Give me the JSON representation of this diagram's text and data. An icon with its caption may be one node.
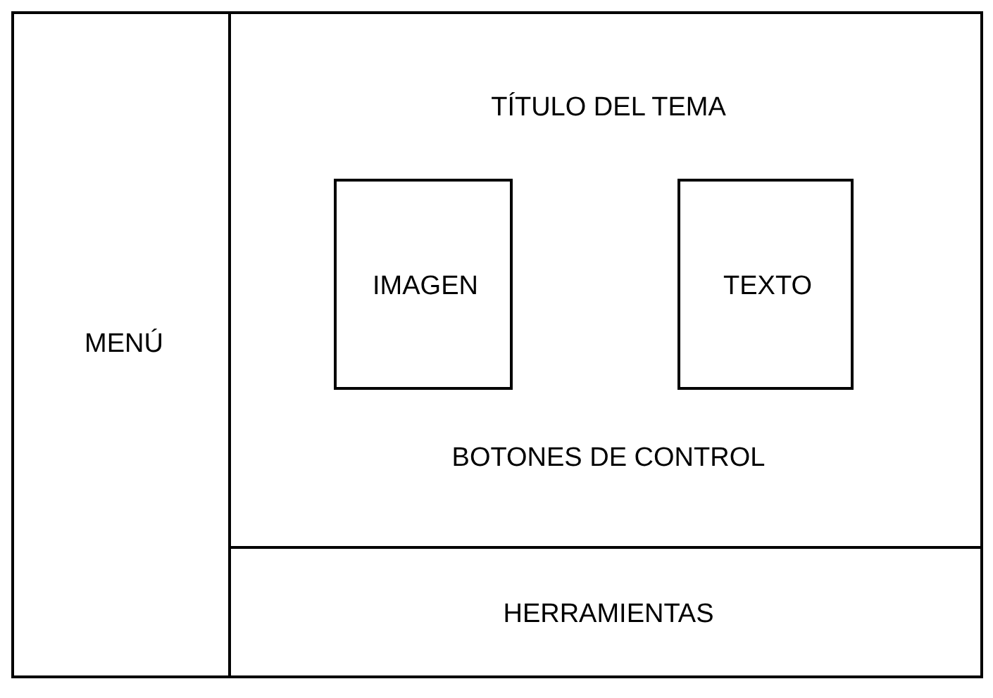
{
  "diagram": {
    "nodes": [
      {
        "text": [],
        "shape": "box"
      },
      {
        "text": [
          "MENÚ"
        ],
        "in": 0
      },
      {
        "text": [
          "TÍTULO DEL TEMA",
          "BOTONES DE CONTROL"
        ],
        "in": 0
      },
      {
        "text": [
          "IMAGEN"
        ],
        "in": 2
      },
      {
        "text": [
          "TEXTO"
        ],
        "in": 2
      },
      {
        "text": [
          "HERRAMIENTAS"
        ],
        "in": 0
      }
    ],
    "edges": []
  }
}
